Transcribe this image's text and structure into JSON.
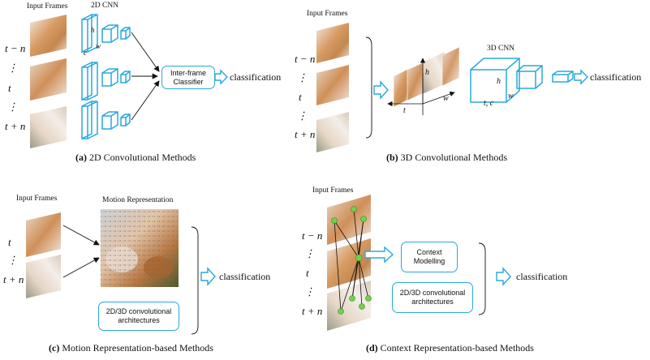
{
  "panel_a": {
    "input_label": "Input Frames",
    "cnn_label": "2D CNN",
    "frame_labels": [
      "t − n",
      "⋮",
      "t",
      "⋮",
      "t + n"
    ],
    "dim_h": "h",
    "dim_w": "w",
    "dim_c": "c",
    "classifier_line1": "Inter-frame",
    "classifier_line2": "Classifier",
    "output": "classification",
    "caption_prefix": "(a)",
    "caption_text": "2D Convolutional Methods"
  },
  "panel_b": {
    "input_label": "Input Frames",
    "cnn_label": "3D CNN",
    "frame_labels": [
      "t − n",
      "⋮",
      "t",
      "⋮",
      "t + n"
    ],
    "stack_h": "h",
    "stack_w": "w",
    "stack_t": "t",
    "cube_h": "h",
    "cube_w": "w",
    "cube_tc": "t, c",
    "output": "classification",
    "caption_prefix": "(b)",
    "caption_text": "3D Convolutional Methods"
  },
  "panel_c": {
    "input_label": "Input Frames",
    "motion_label": "Motion Representation",
    "frame_labels": [
      "t",
      "⋮",
      "t + n"
    ],
    "arch_line1": "2D/3D convolutional",
    "arch_line2": "architectures",
    "output": "classification",
    "caption_prefix": "(c)",
    "caption_text": "Motion Representation-based Methods"
  },
  "panel_d": {
    "input_label": "Input Frames",
    "frame_labels": [
      "t − n",
      "⋮",
      "t",
      "⋮",
      "t + n"
    ],
    "context_line1": "Context",
    "context_line2": "Modelling",
    "arch_line1": "2D/3D convolutional",
    "arch_line2": "architectures",
    "output": "classification",
    "caption_prefix": "(d)",
    "caption_text": "Context Representation-based Methods"
  },
  "colors": {
    "accent": "#29a8dd",
    "node": "#6fd24a",
    "text": "#111111"
  }
}
